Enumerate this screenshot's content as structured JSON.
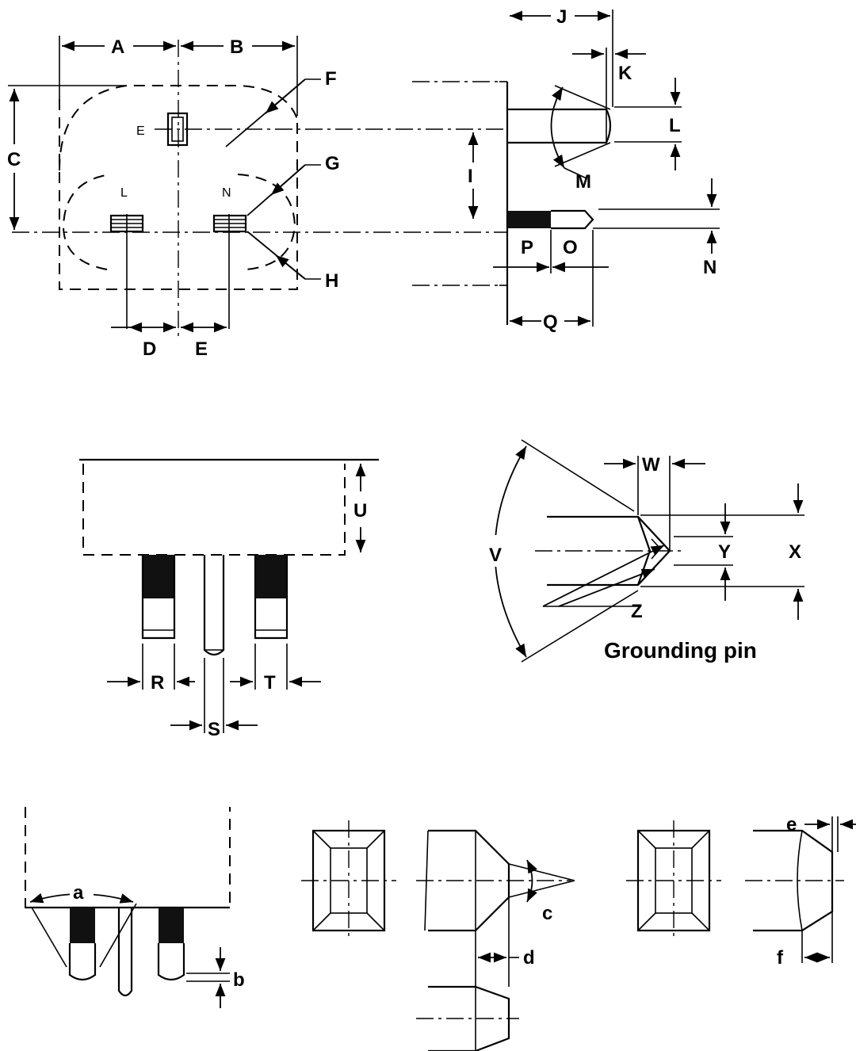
{
  "labels": {
    "A": "A",
    "B": "B",
    "C": "C",
    "D": "D",
    "E": "E",
    "F": "F",
    "G": "G",
    "H": "H",
    "I": "I",
    "J": "J",
    "K": "K",
    "L": "L",
    "M": "M",
    "N": "N",
    "O": "O",
    "P": "P",
    "Q": "Q",
    "R": "R",
    "S": "S",
    "T": "T",
    "U": "U",
    "V": "V",
    "W": "W",
    "X": "X",
    "Y": "Y",
    "Z": "Z",
    "a": "a",
    "b": "b",
    "c": "c",
    "d": "d",
    "e": "e",
    "f": "f"
  },
  "pin_marks": {
    "earth": "E",
    "live": "L",
    "neutral": "N"
  },
  "captions": {
    "grounding_pin": "Grounding pin"
  }
}
